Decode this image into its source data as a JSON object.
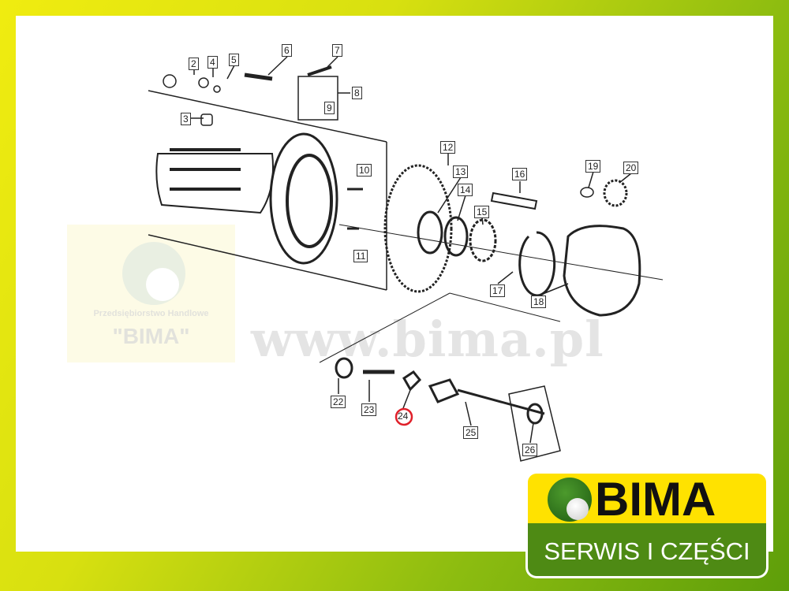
{
  "watermark": {
    "company": "Przedsiębiorstwo Handlowe",
    "name": "\"BIMA\"",
    "url": "www.bima.pl"
  },
  "logo": {
    "name": "BIMA",
    "tagline": "SERWIS I CZĘŚCI"
  },
  "parts": [
    {
      "n": "2"
    },
    {
      "n": "3"
    },
    {
      "n": "4"
    },
    {
      "n": "5"
    },
    {
      "n": "6"
    },
    {
      "n": "7"
    },
    {
      "n": "8"
    },
    {
      "n": "9"
    },
    {
      "n": "10"
    },
    {
      "n": "11"
    },
    {
      "n": "12"
    },
    {
      "n": "13"
    },
    {
      "n": "14"
    },
    {
      "n": "15"
    },
    {
      "n": "16"
    },
    {
      "n": "17"
    },
    {
      "n": "18"
    },
    {
      "n": "19"
    },
    {
      "n": "20"
    },
    {
      "n": "22"
    },
    {
      "n": "23"
    },
    {
      "n": "24",
      "highlighted": true
    },
    {
      "n": "25"
    },
    {
      "n": "26"
    }
  ],
  "colors": {
    "highlight": "#e0202a",
    "logo_yellow": "#ffe200",
    "logo_green": "#4e8a14"
  }
}
